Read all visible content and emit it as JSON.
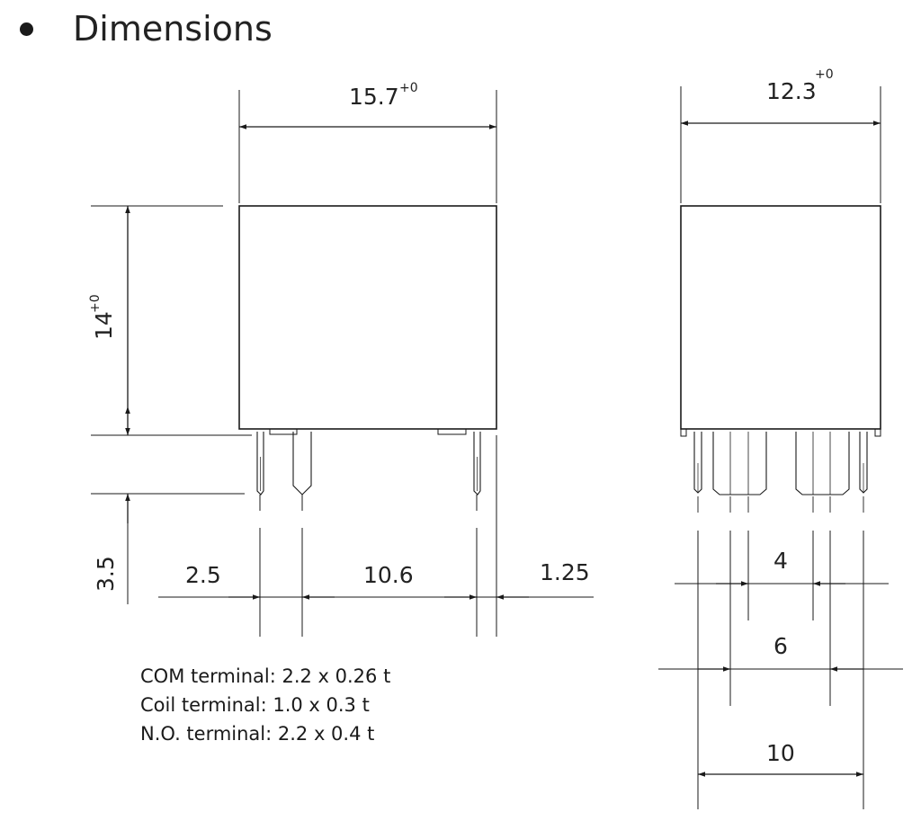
{
  "heading": "Dimensions",
  "bullet_icon": "bullet-dot-icon",
  "front_view": {
    "width_label": "15.7",
    "width_tol": "+0",
    "height_label": "14",
    "height_tol": "+0",
    "pin_length": "3.5",
    "pitch_a": "2.5",
    "pitch_b": "10.6",
    "pitch_c": "1.25"
  },
  "side_view": {
    "width_label": "12.3",
    "width_tol": "+0",
    "pitch_inner": "4",
    "pitch_mid": "6",
    "pitch_outer": "10"
  },
  "notes": [
    "COM terminal: 2.2 x 0.26 t",
    "Coil terminal: 1.0 x 0.3 t",
    "N.O. terminal: 2.2 x 0.4 t"
  ]
}
